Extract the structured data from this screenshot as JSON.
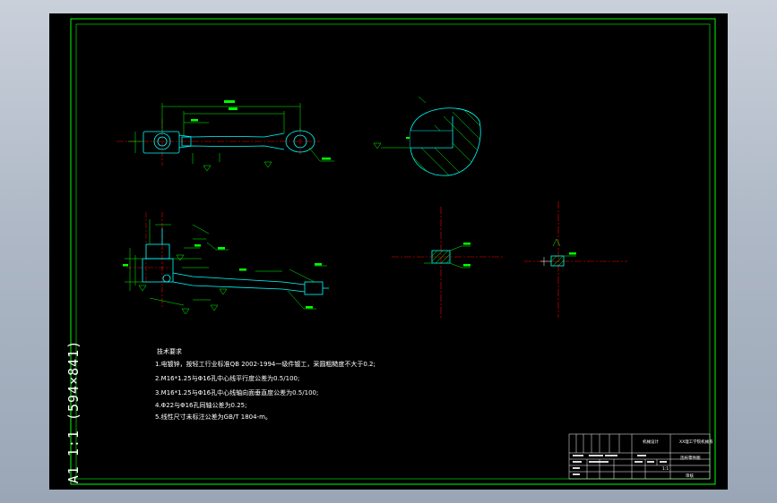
{
  "drawing": {
    "scale_label": "A1 1:1 (594×841)",
    "tech_title": "技术要求",
    "tech_notes": [
      "1.电镀锌，按轻工行业标准QB 2002-1994一级件镀工，采圆粗糙度不大于0.2;",
      "2.M16*1.25与Φ16孔中心线平行度公差为0.5/100;",
      "3.M16*1.25与Φ16孔中心线轴向面垂直度公差为0.5/100;",
      "4.Φ22与Φ16孔同轴公差为0.25;",
      "5.线性尺寸未标注公差为GB/T 1804-m。"
    ]
  },
  "title_block": {
    "part_name": "机械设计",
    "school": "XX理工学院机械系",
    "drawing_title": "连杆零件图",
    "scale": "1:1",
    "sheet_mark": "审核"
  },
  "colors": {
    "background": "#000000",
    "border": "#00ff00",
    "geometry": "#00ffff",
    "centerline": "#ff0000",
    "dimension": "#00ff00",
    "hatch": "#00ff00",
    "text": "#ffffff",
    "desktop": "#b3bcc9"
  }
}
